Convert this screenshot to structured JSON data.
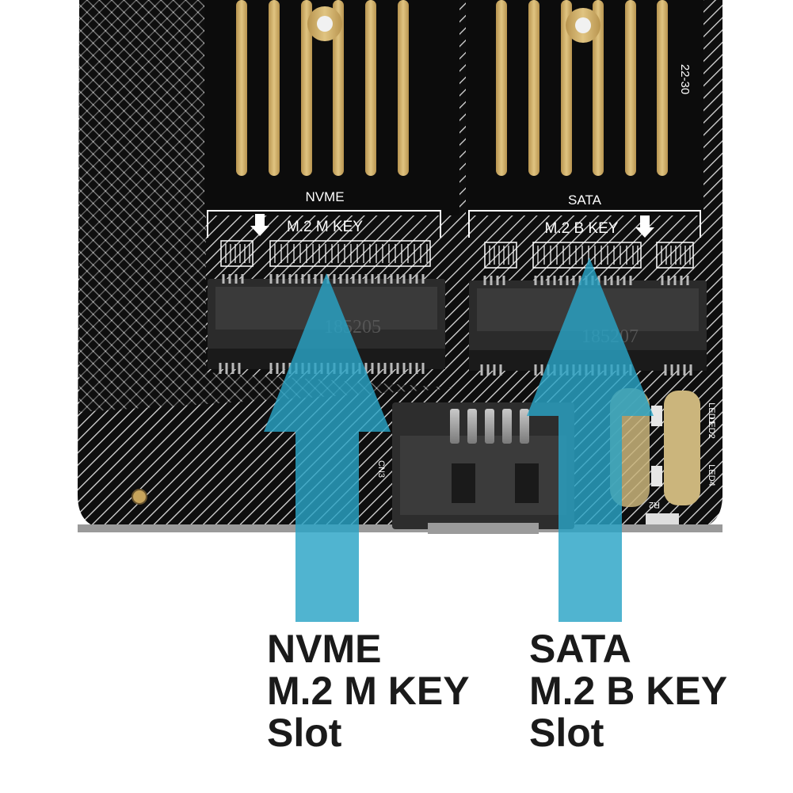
{
  "board": {
    "slot_left_label": "NVME",
    "slot_left_key": "M.2 M KEY",
    "slot_right_label": "SATA",
    "slot_right_key": "M.2 B KEY",
    "size_mark": "22-30",
    "connector_left_id": "185205",
    "connector_right_id": "185207",
    "connector_ref": "CN3",
    "led1": "LED1",
    "led2": "LED2",
    "led4": "LED4",
    "resistor_ref": "R2"
  },
  "captions": {
    "left": [
      "NVME",
      "M.2 M KEY",
      "Slot"
    ],
    "right": [
      "SATA",
      "M.2 B KEY",
      "Slot"
    ]
  },
  "colors": {
    "pcb": "#0e0e0e",
    "trace": "#e8e8e8",
    "gold": "#c9a965",
    "arrow": "#2aa3c6",
    "caption": "#1a1a1a"
  }
}
